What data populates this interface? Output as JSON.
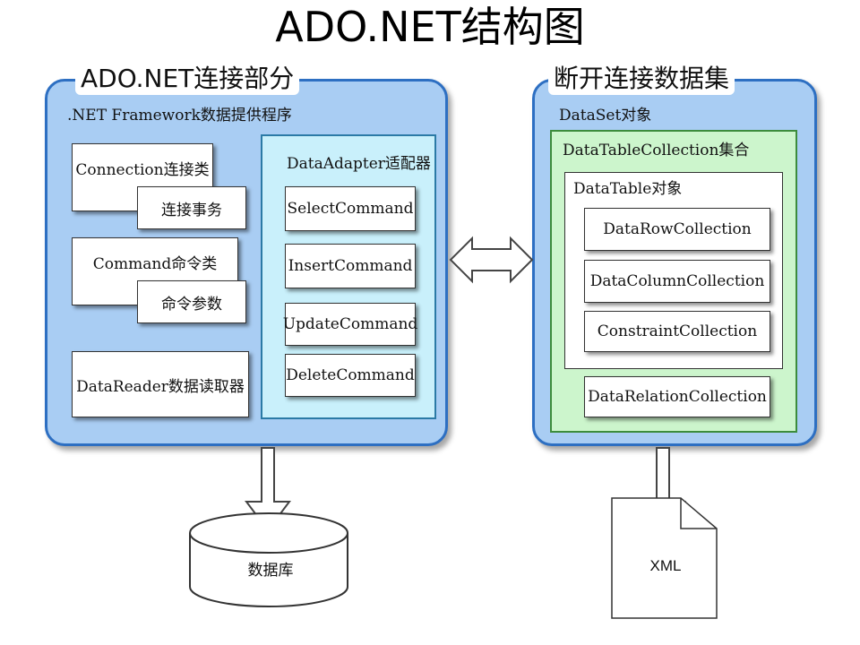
{
  "title": "ADO.NET结构图",
  "left_panel": {
    "heading": "ADO.NET连接部分",
    "subheading": ".NET Framework数据提供程序",
    "connection": {
      "label": "Connection连接类",
      "sub": "连接事务"
    },
    "command": {
      "label": "Command命令类",
      "sub": "命令参数"
    },
    "datareader": "DataReader数据读取器",
    "adapter": {
      "label": "DataAdapter适配器",
      "commands": [
        "SelectCommand",
        "InsertCommand",
        "UpdateCommand",
        "DeleteCommand"
      ]
    }
  },
  "right_panel": {
    "heading": "断开连接数据集",
    "subheading": "DataSet对象",
    "table_collection": {
      "label": "DataTableCollection集合",
      "table": {
        "label": "DataTable对象",
        "items": [
          "DataRowCollection",
          "DataColumnCollection",
          "ConstraintCollection"
        ]
      },
      "relation": "DataRelationCollection"
    }
  },
  "database_label": "数据库",
  "xml_label": "XML",
  "colors": {
    "panel_fill": "#a9cdf3",
    "panel_border": "#2d6fc2",
    "adapter_fill": "#c9f0fb",
    "table_collection_fill": "#ccf5cc"
  }
}
